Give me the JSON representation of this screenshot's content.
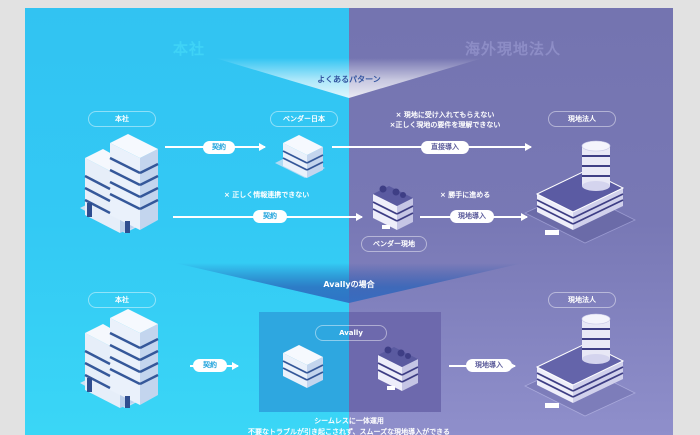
{
  "sides": {
    "left_title": "本社",
    "right_title": "海外現地法人"
  },
  "top_section": {
    "banner": "よくあるパターン",
    "route1": {
      "origin_label": "本社",
      "vendor_label": "ベンダー日本",
      "contract_label": "契約",
      "direct_label": "直接導入",
      "issues": [
        "× 現地に受け入れてもらえない",
        "×正しく現地の要件を理解できない"
      ],
      "destination_label": "現地法人"
    },
    "route2": {
      "issue_left": "× 正しく情報連携できない",
      "contract_label": "契約",
      "vendor_label": "ベンダー現地",
      "issue_right": "× 勝手に進める",
      "deploy_label": "現地導入"
    }
  },
  "bottom_section": {
    "banner": "Avallyの場合",
    "origin_label": "本社",
    "contract_label": "契約",
    "avally_label": "Avally",
    "deploy_label": "現地導入",
    "destination_label": "現地法人",
    "footer_line1": "シームレスに一体運用",
    "footer_line2": "不要なトラブルが引き起こされず、スムーズな現地導入ができる"
  },
  "colors": {
    "left_bg": "#33c6f3",
    "right_bg": "#7676b3",
    "building_light": "#e4ecf8",
    "building_dark": "#2f4d8f"
  }
}
